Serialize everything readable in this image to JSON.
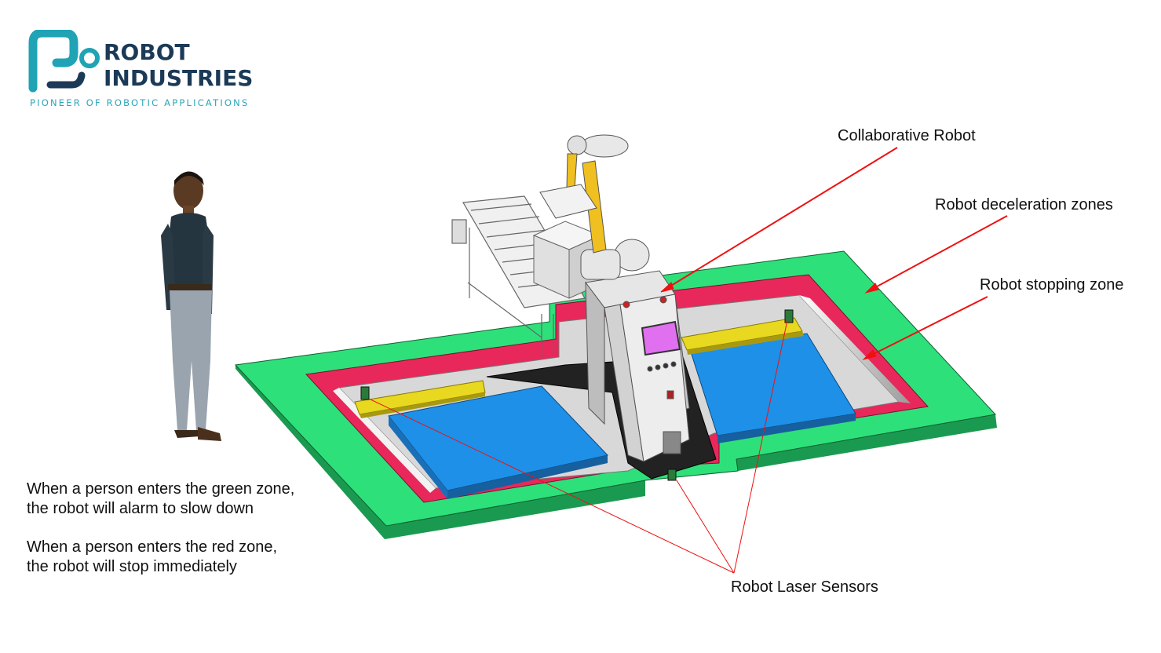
{
  "logo": {
    "line1": "ROBOT",
    "line2": "INDUSTRIES",
    "tagline": "PIONEER OF ROBOTIC APPLICATIONS",
    "colors": {
      "teal": "#1fa3b5",
      "navy": "#1b3a57"
    }
  },
  "labels": {
    "cobot": "Collaborative Robot",
    "decel": "Robot deceleration zones",
    "stop": "Robot stopping zone",
    "sensors": "Robot Laser Sensors"
  },
  "notes": {
    "green_l1": "When a person enters the green zone,",
    "green_l2": "the robot will alarm to slow down",
    "red_l1": "When a person enters the red zone,",
    "red_l2": "the robot will stop immediately"
  },
  "colors": {
    "green_zone": "#2ee07a",
    "red_zone": "#e8285a",
    "pallet": "#1e90e8",
    "rail": "#e8d820",
    "robot_arm": "#f0c020",
    "screen": "#e070f0",
    "arrow": "#ee1111"
  }
}
